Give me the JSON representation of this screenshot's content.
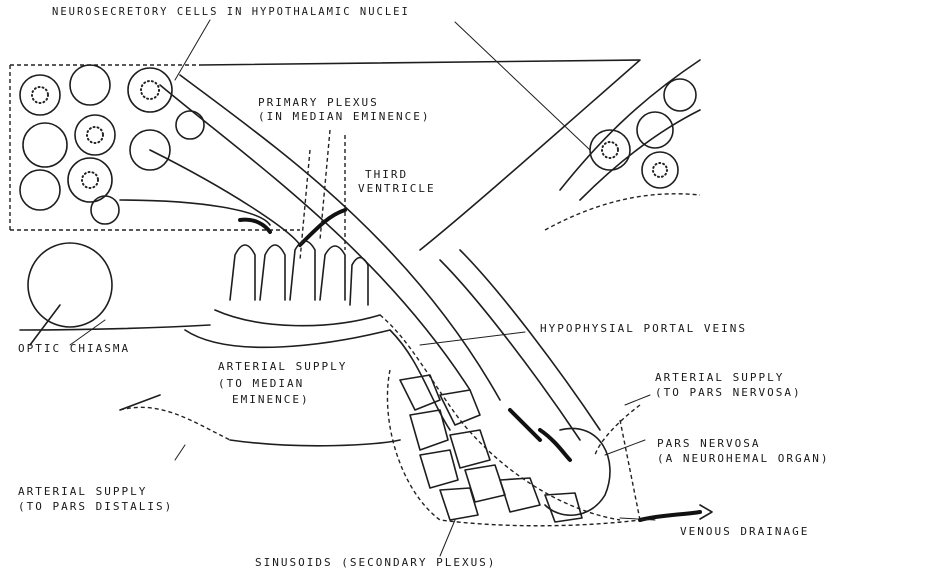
{
  "labels": {
    "neurosecretory": "NEUROSECRETORY CELLS IN HYPOTHALAMIC NUCLEI",
    "primary_plexus_1": "PRIMARY PLEXUS",
    "primary_plexus_2": "(IN MEDIAN EMINENCE)",
    "third_ventricle_1": "THIRD",
    "third_ventricle_2": "VENTRICLE",
    "optic_chiasma": "OPTIC CHIASMA",
    "portal_veins": "HYPOPHYSIAL PORTAL VEINS",
    "arterial_median_1": "ARTERIAL SUPPLY",
    "arterial_median_2": "(TO MEDIAN",
    "arterial_median_3": "EMINENCE)",
    "arterial_nervosa_1": "ARTERIAL SUPPLY",
    "arterial_nervosa_2": "(TO PARS NERVOSA)",
    "pars_nervosa_1": "PARS NERVOSA",
    "pars_nervosa_2": "(A NEUROHEMAL ORGAN)",
    "arterial_distalis_1": "ARTERIAL SUPPLY",
    "arterial_distalis_2": "(TO PARS DISTALIS)",
    "venous_drainage": "VENOUS DRAINAGE",
    "sinusoids": "SINUSOIDS (SECONDARY PLEXUS)"
  }
}
